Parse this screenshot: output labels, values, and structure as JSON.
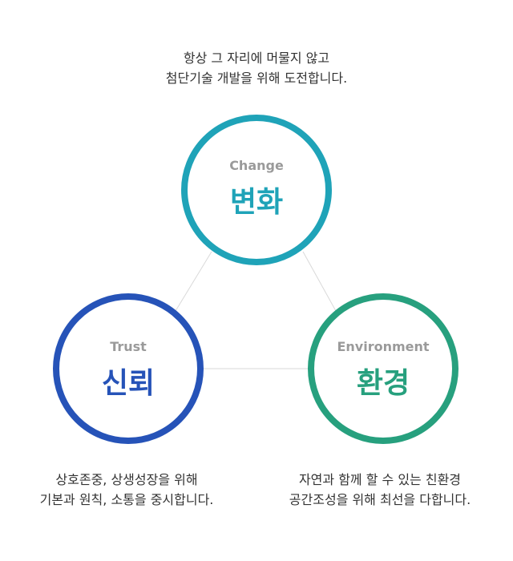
{
  "top_caption": {
    "line1": "항상 그 자리에 머물지 않고",
    "line2": "첨단기술 개발을 위해 도전합니다."
  },
  "circles": {
    "change": {
      "en": "Change",
      "ko": "변화",
      "color": "#1fa3b8"
    },
    "trust": {
      "en": "Trust",
      "ko": "신뢰",
      "color": "#2653b8"
    },
    "environment": {
      "en": "Environment",
      "ko": "환경",
      "color": "#27a07e"
    }
  },
  "left_caption": {
    "line1": "상호존중, 상생성장을 위해",
    "line2": "기본과 원칙, 소통을 중시합니다."
  },
  "right_caption": {
    "line1": "자연과 함께 할 수 있는 친환경",
    "line2": "공간조성을 위해 최선을 다합니다."
  },
  "connector_color": "#d9d9d9"
}
